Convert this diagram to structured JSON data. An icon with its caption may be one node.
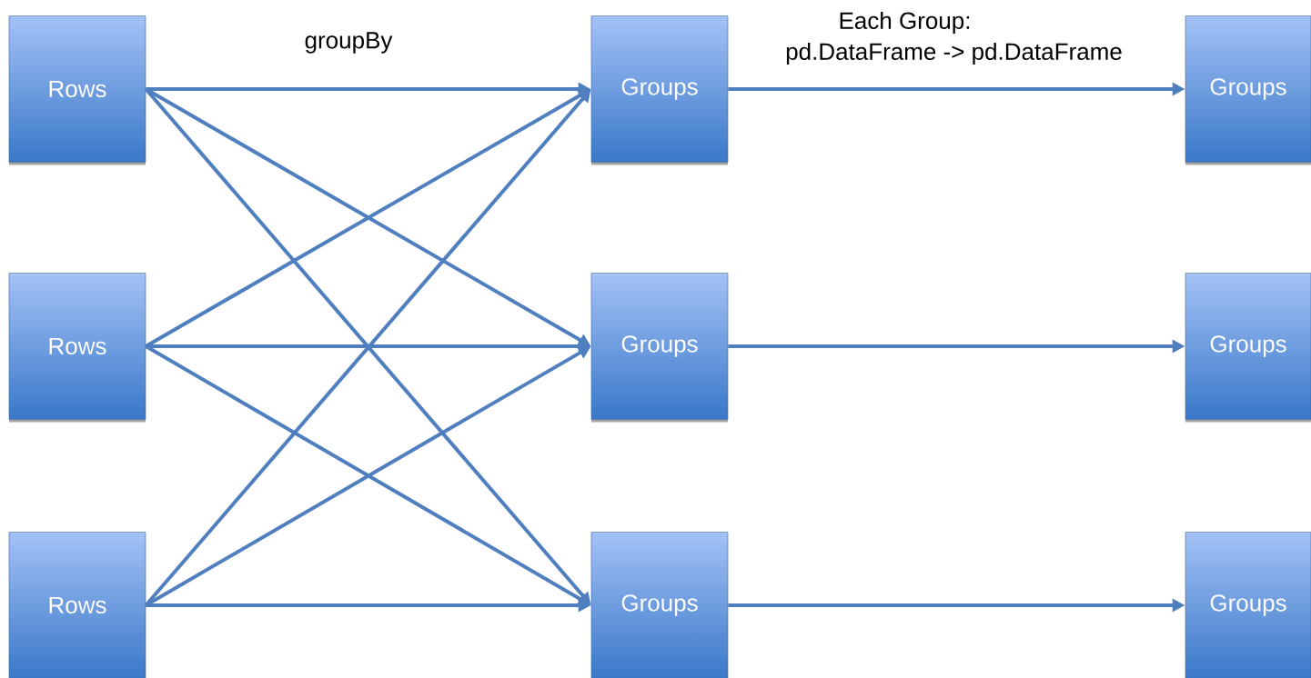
{
  "diagram": {
    "nodes": [
      {
        "text": [
          "Rows"
        ]
      },
      {
        "text": [
          "Rows"
        ]
      },
      {
        "text": [
          "Rows"
        ]
      },
      {
        "text": [
          "Groups"
        ]
      },
      {
        "text": [
          "Groups"
        ]
      },
      {
        "text": [
          "Groups"
        ]
      },
      {
        "text": [
          "Groups"
        ]
      },
      {
        "text": [
          "Groups"
        ]
      },
      {
        "text": [
          "Groups"
        ]
      }
    ],
    "edges": [
      {
        "from": 0,
        "to": 3,
        "arrow": "to"
      },
      {
        "from": 0,
        "to": 4,
        "arrow": "to"
      },
      {
        "from": 0,
        "to": 5,
        "arrow": "to"
      },
      {
        "from": 1,
        "to": 3,
        "arrow": "to"
      },
      {
        "from": 1,
        "to": 4,
        "arrow": "to"
      },
      {
        "from": 1,
        "to": 5,
        "arrow": "to"
      },
      {
        "from": 2,
        "to": 3,
        "arrow": "to"
      },
      {
        "from": 2,
        "to": 4,
        "arrow": "to"
      },
      {
        "from": 2,
        "to": 5,
        "arrow": "to"
      },
      {
        "from": 3,
        "to": 6,
        "arrow": "to",
        "label": "Each Group: pd.DataFrame -> pd.DataFrame"
      },
      {
        "from": 4,
        "to": 7,
        "arrow": "to"
      },
      {
        "from": 5,
        "to": 8,
        "arrow": "to"
      }
    ],
    "labels": [
      "groupBy"
    ]
  }
}
